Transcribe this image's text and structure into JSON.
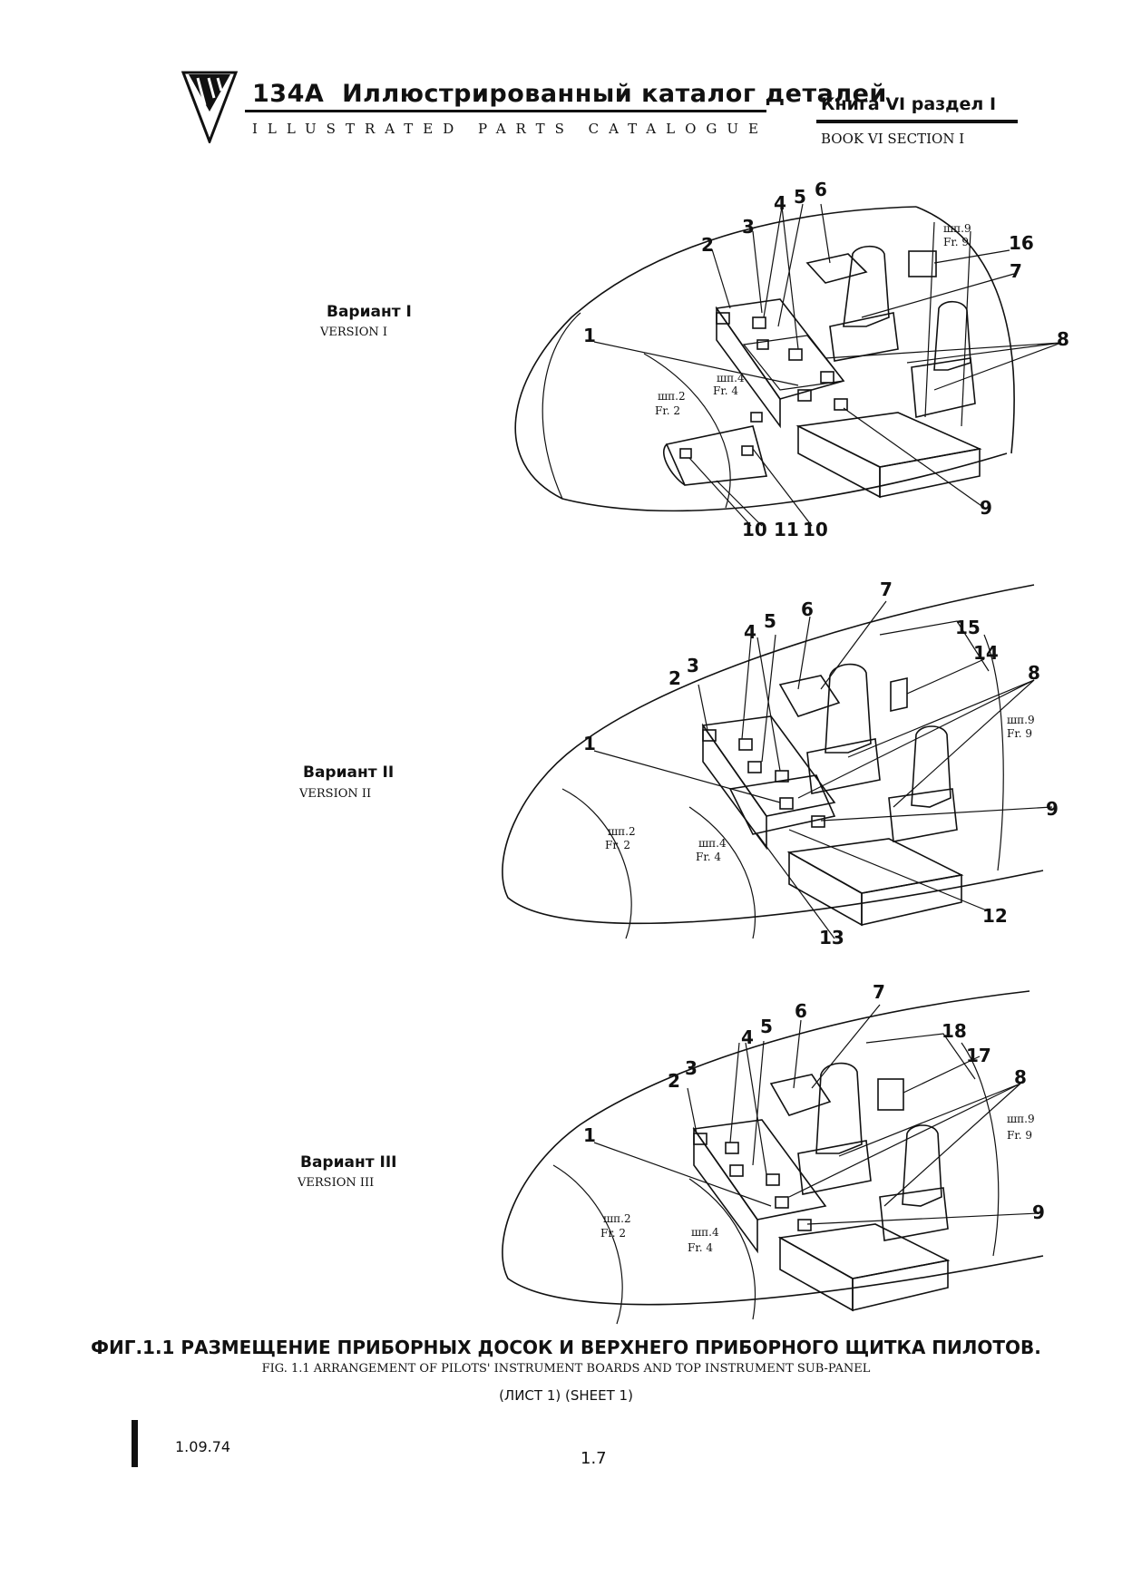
{
  "header": {
    "model": "134A",
    "title_ru": "Иллюстрированный каталог деталей",
    "title_en": "ILLUSTRATED PARTS CATALOGUE",
    "book_ru": "Книга VI раздел I",
    "book_en": "BOOK VI SECTION I"
  },
  "versions": [
    {
      "label_ru": "Вариант I",
      "label_en": "VERSION I"
    },
    {
      "label_ru": "Вариант II",
      "label_en": "VERSION II"
    },
    {
      "label_ru": "Вариант III",
      "label_en": "VERSION III"
    }
  ],
  "frame_labels": {
    "fr2_ru": "шп.2",
    "fr2_en": "Fr. 2",
    "fr4_ru": "шп.4",
    "fr4_en": "Fr. 4",
    "fr9_ru": "шп.9",
    "fr9_en": "Fr. 9"
  },
  "callouts": {
    "v1": [
      "1",
      "2",
      "3",
      "4",
      "5",
      "6",
      "7",
      "8",
      "9",
      "10",
      "11",
      "10",
      "16"
    ],
    "v2": [
      "1",
      "2",
      "3",
      "4",
      "5",
      "6",
      "7",
      "8",
      "9",
      "12",
      "13",
      "14",
      "15"
    ],
    "v3": [
      "1",
      "2",
      "3",
      "4",
      "5",
      "6",
      "7",
      "8",
      "9",
      "17",
      "18"
    ]
  },
  "caption": {
    "ru": "ФИГ.1.1 РАЗМЕЩЕНИЕ ПРИБОРНЫХ ДОСОК И ВЕРХНЕГО ПРИБОРНОГО ЩИТКА ПИЛОТОВ.",
    "en": "FIG. 1.1 ARRANGEMENT OF PILOTS' INSTRUMENT BOARDS AND TOP INSTRUMENT SUB-PANEL",
    "sheet": "(ЛИСТ 1) (SHEET 1)"
  },
  "footer": {
    "date": "1.09.74",
    "page": "1.7"
  }
}
